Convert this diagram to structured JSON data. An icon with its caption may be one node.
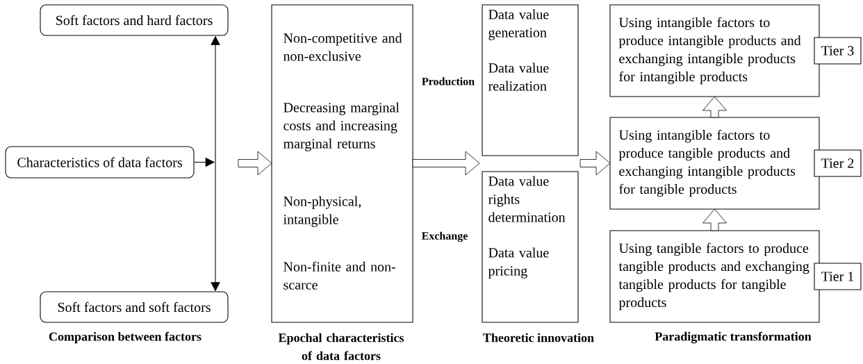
{
  "diagram": {
    "nodes": [
      {
        "text": [
          "Soft factors and hard factors"
        ]
      },
      {
        "text": [
          "Characteristics of data factors"
        ]
      },
      {
        "text": [
          "Soft factors and soft factors"
        ]
      },
      {
        "text": [
          "Non-competitive and non-exclusive",
          "Decreasing marginal costs and increasing marginal returns",
          "Non-physical, intangible",
          "Non-finite and non-scarce"
        ]
      },
      {
        "text": [
          "Data value generation",
          "Data value realization"
        ],
        "beside": [
          "Production"
        ]
      },
      {
        "text": [
          "Data value rights determination",
          "Data value pricing"
        ],
        "beside": [
          "Exchange"
        ]
      },
      {
        "text": [
          "Using intangible factors to produce intangible products and exchanging intangible products for intangible products"
        ]
      },
      {
        "text": [
          "Tier 3"
        ]
      },
      {
        "text": [
          "Using intangible factors to produce tangible products and exchanging intangible products for tangible products"
        ]
      },
      {
        "text": [
          "Tier 2"
        ]
      },
      {
        "text": [
          "Using tangible factors to produce tangible products and exchanging tangible products for tangible products"
        ]
      },
      {
        "text": [
          "Tier 1"
        ]
      }
    ],
    "edges": [
      {
        "from": 0,
        "to": 2,
        "arrow": "both"
      },
      {
        "from": 1,
        "to": null,
        "arrow": "to"
      },
      {
        "from": null,
        "to": 3,
        "arrow": "to",
        "style": "thick"
      },
      {
        "from": 3,
        "to": null,
        "arrow": "to",
        "style": "thick"
      },
      {
        "from": null,
        "to": 8,
        "arrow": "to",
        "style": "thick"
      },
      {
        "from": 10,
        "to": 8,
        "arrow": "to",
        "style": "thick"
      },
      {
        "from": 8,
        "to": 6,
        "arrow": "to",
        "style": "thick"
      }
    ],
    "labels": [
      "Comparison between factors",
      "Epochal characteristics of data factors",
      "Theoretic innovation",
      "Paradigmatic transformation"
    ]
  }
}
